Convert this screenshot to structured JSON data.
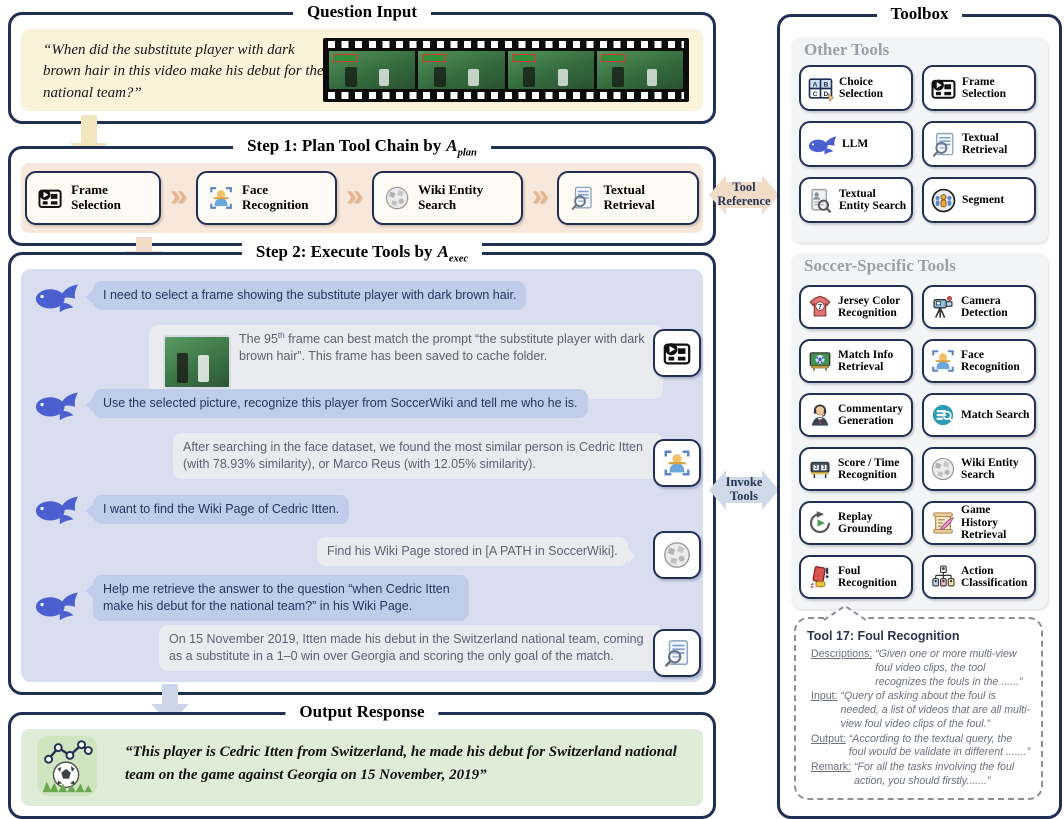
{
  "colors": {
    "border_navy": "#203055",
    "question_bg": "#faf3da",
    "plan_bg": "#f8e8db",
    "exec_bg": "#d8def0",
    "agent_bubble": "#bfccea",
    "tool_bubble": "#e9ebef",
    "output_bg": "#dfecd8",
    "whale_blue": "#4a5fd0",
    "chevron": "#e8b48e",
    "tool_reference_arrow": "#f0dcc7",
    "invoke_tools_arrow": "#cfd9e8"
  },
  "question_input": {
    "title": "Question Input",
    "question": "“When did the substitute player with dark brown hair in this video make his debut for the national team?”"
  },
  "step1": {
    "title": "Step 1: Plan Tool Chain by",
    "agent_symbol": "A",
    "agent_subscript": "plan",
    "chevron": "»",
    "tools": [
      {
        "label": "Frame Selection",
        "icon": "frame-selection-icon"
      },
      {
        "label": "Face Recognition",
        "icon": "face-recognition-icon"
      },
      {
        "label": "Wiki Entity Search",
        "icon": "wiki-entity-search-icon"
      },
      {
        "label": "Textual Retrieval",
        "icon": "textual-retrieval-icon"
      }
    ]
  },
  "step2": {
    "title": "Step 2: Execute Tools by",
    "agent_symbol": "A",
    "agent_subscript": "exec",
    "messages": [
      {
        "from": "agent",
        "text": "I need to select a frame showing the substitute player with dark brown hair."
      },
      {
        "from": "tool",
        "tool": "frame-selection",
        "before": "The 95",
        "sup": "th",
        "after": " frame can best match the prompt “the substitute player with dark brown hair”. This frame has been saved to cache folder."
      },
      {
        "from": "agent",
        "text": "Use the selected picture, recognize this player from SoccerWiki and tell me who he is."
      },
      {
        "from": "tool",
        "tool": "face-recognition",
        "text": "After searching in the face dataset, we found the most similar person is Cedric Itten (with 78.93% similarity), or Marco Reus (with 12.05% similarity)."
      },
      {
        "from": "agent",
        "text": "I want to find the Wiki Page of Cedric Itten."
      },
      {
        "from": "tool",
        "tool": "wiki-entity-search",
        "text": "Find his Wiki Page stored in [A PATH in SoccerWiki]."
      },
      {
        "from": "agent",
        "text": "Help me retrieve the answer to the question “when Cedric Itten make his debut for the national team?” in his Wiki Page."
      },
      {
        "from": "tool",
        "tool": "textual-retrieval",
        "text": "On 15 November 2019, Itten made his debut in the Switzerland national team, coming as a substitute in a 1–0 win over Georgia and scoring the only goal of the match."
      }
    ]
  },
  "connectors": {
    "tool_reference": {
      "line1": "Tool",
      "line2": "Reference"
    },
    "invoke_tools": {
      "line1": "Invoke",
      "line2": "Tools"
    }
  },
  "output_response": {
    "title": "Output Response",
    "text": "“This player is Cedric Itten from Switzerland, he made his debut for Switzerland national team on the game against Georgia on 15 November, 2019”"
  },
  "toolbox": {
    "title": "Toolbox",
    "sections": [
      {
        "label": "Other Tools",
        "tools": [
          {
            "label": "Choice Selection",
            "icon": "choice-selection-icon"
          },
          {
            "label": "Frame Selection",
            "icon": "frame-selection-icon"
          },
          {
            "label": "LLM",
            "icon": "llm-whale-icon"
          },
          {
            "label": "Textual Retrieval",
            "icon": "textual-retrieval-icon"
          },
          {
            "label": "Textual Entity Search",
            "icon": "textual-entity-search-icon"
          },
          {
            "label": "Segment",
            "icon": "segment-icon"
          }
        ]
      },
      {
        "label": "Soccer-Specific Tools",
        "tools": [
          {
            "label": "Jersey Color Recognition",
            "icon": "jersey-color-icon"
          },
          {
            "label": "Camera Detection",
            "icon": "camera-detection-icon"
          },
          {
            "label": "Match Info Retrieval",
            "icon": "match-info-icon"
          },
          {
            "label": "Face Recognition",
            "icon": "face-recognition-icon"
          },
          {
            "label": "Commentary Generation",
            "icon": "commentary-icon"
          },
          {
            "label": "Match Search",
            "icon": "match-search-icon"
          },
          {
            "label": "Score / Time Recognition",
            "icon": "score-time-icon"
          },
          {
            "label": "Wiki Entity Search",
            "icon": "wiki-entity-search-icon"
          },
          {
            "label": "Replay Grounding",
            "icon": "replay-grounding-icon"
          },
          {
            "label": "Game History Retrieval",
            "icon": "game-history-icon"
          },
          {
            "label": "Foul Recognition",
            "icon": "foul-recognition-icon"
          },
          {
            "label": "Action Classification",
            "icon": "action-classification-icon"
          }
        ]
      }
    ]
  },
  "tool_card": {
    "title": "Tool 17: Foul Recognition",
    "entries": [
      {
        "label": "Descriptions:",
        "text": "“Given one or more multi-view foul video clips, the tool recognizes the fouls in the ......”"
      },
      {
        "label": "Input:",
        "text": "“Query of asking about the foul is needed, a list of videos that are all multi-view foul video clips of the foul.”"
      },
      {
        "label": "Output:",
        "text": "“According to the textual query, the foul would be validate in different .......”"
      },
      {
        "label": "Remark:",
        "text": "“For all the tasks involving the foul action, you should firstly.......”"
      }
    ]
  },
  "icons": {
    "choice_letters": [
      "A",
      "B",
      "C",
      "D"
    ],
    "jersey_number": "7",
    "score_digits": [
      "3",
      "3"
    ]
  }
}
